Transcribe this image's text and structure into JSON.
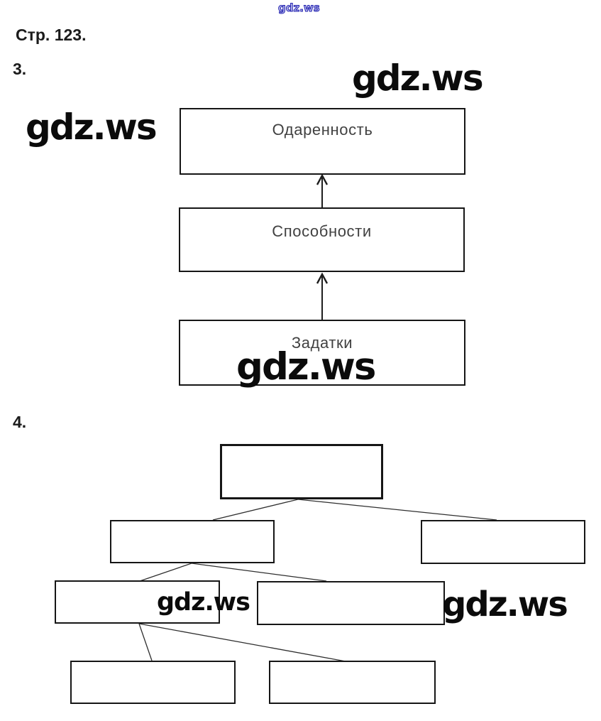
{
  "site_watermark": {
    "text": "gdz.ws",
    "header_color": "#2323b0",
    "body_color": "#0b0b0b"
  },
  "page": {
    "heading": "Стр. 123."
  },
  "task3": {
    "number": "3.",
    "diagram": {
      "type": "vertical-flow",
      "direction": "bottom-to-top",
      "boxes": [
        {
          "id": "top",
          "label": "Одаренность"
        },
        {
          "id": "middle",
          "label": "Способности"
        },
        {
          "id": "bottom",
          "label": "Задатки"
        }
      ],
      "arrows": [
        {
          "from": "Задатки",
          "to": "Способности"
        },
        {
          "from": "Способности",
          "to": "Одаренность"
        }
      ]
    }
  },
  "task4": {
    "number": "4.",
    "diagram": {
      "type": "tree",
      "boxes": [
        {
          "id": "root",
          "label": ""
        },
        {
          "id": "l2-left",
          "label": ""
        },
        {
          "id": "l2-right",
          "label": ""
        },
        {
          "id": "l3-left",
          "label": ""
        },
        {
          "id": "l3-right",
          "label": ""
        },
        {
          "id": "l4-left",
          "label": ""
        },
        {
          "id": "l4-right",
          "label": ""
        }
      ],
      "edges": [
        [
          "root",
          "l2-left"
        ],
        [
          "root",
          "l2-right"
        ],
        [
          "l2-left",
          "l3-left"
        ],
        [
          "l2-left",
          "l3-right"
        ],
        [
          "l3-left",
          "l4-left"
        ],
        [
          "l3-left",
          "l4-right"
        ]
      ]
    }
  }
}
